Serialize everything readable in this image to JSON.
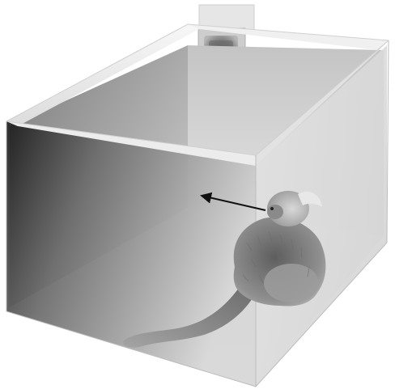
{
  "scene": {
    "subject": "marmoset-monkey",
    "enclosure": "open-top-box",
    "camera": "wall-mounted-camera",
    "gaze_indicator": "arrow-left"
  },
  "colors": {
    "background": "#ffffff",
    "box_light": "#f2f2f2",
    "box_mid": "#c8c8c8",
    "box_dark": "#1c1c1c",
    "rim": "#ececec",
    "monkey_fur": "#8a8a8a",
    "monkey_dark": "#4a4a4a",
    "arrow": "#111111"
  }
}
